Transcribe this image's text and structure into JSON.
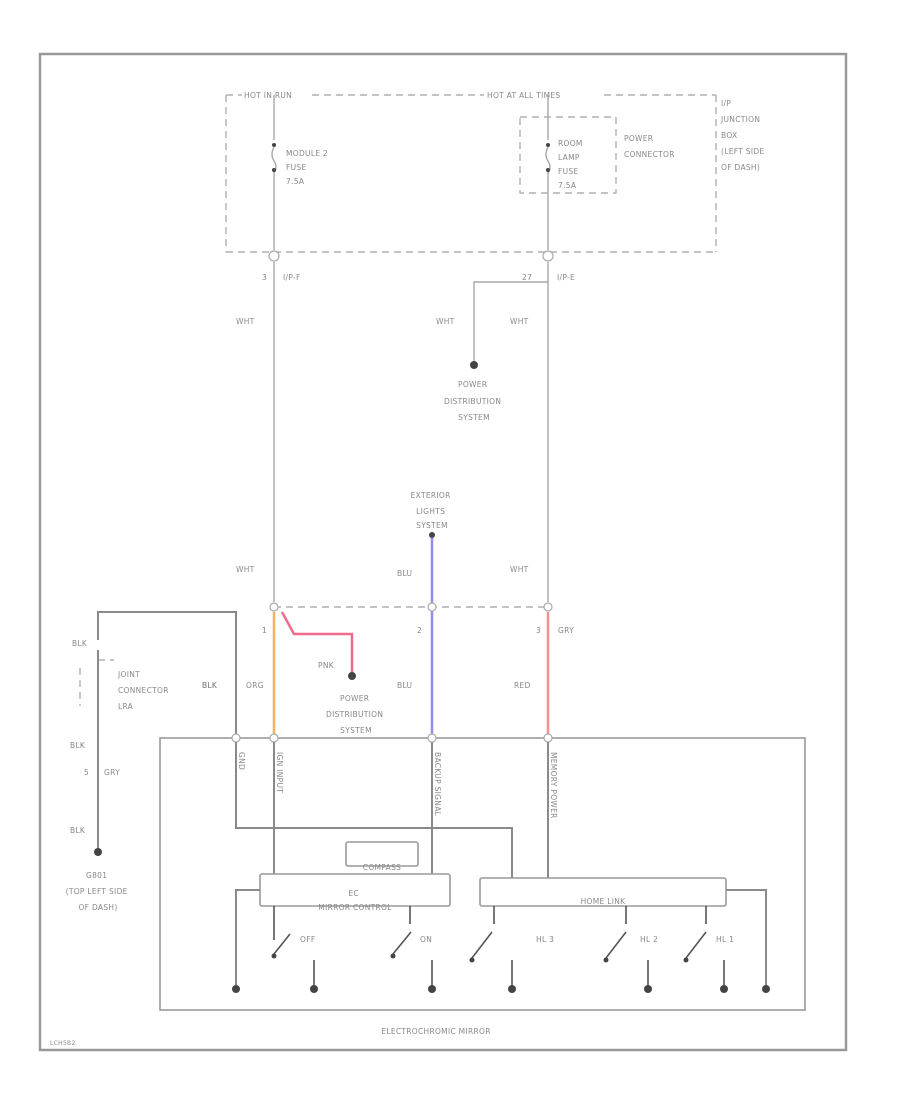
{
  "title": "ELECTROCHROMIC MIRROR",
  "footer_code": "LCH5B2",
  "colors": {
    "orange": "#f5b35e",
    "pink": "#ef6b8a",
    "blue": "#8f8ff2",
    "red": "#f59090",
    "wire_gray": "#a8a8a8"
  },
  "fuse_box": {
    "left_header": "HOT IN RUN",
    "right_header": "HOT AT ALL TIMES",
    "name_lines": [
      "I/P",
      "JUNCTION",
      "BOX",
      "(LEFT SIDE",
      "OF DASH)"
    ],
    "fuse_left": [
      "MODULE 2",
      "FUSE",
      "7.5A"
    ],
    "fuse_right": [
      "ROOM",
      "LAMP",
      "FUSE",
      "7.5A"
    ],
    "power_connector": [
      "POWER",
      "CONNECTOR"
    ]
  },
  "connectors": {
    "left_pin": "3",
    "left_conn": "I/P-F",
    "right_pin": "27",
    "right_conn": "I/P-E"
  },
  "wires": {
    "wht_left_top": "WHT",
    "wht_branch": "WHT",
    "wht_right_top": "WHT",
    "wht_left_mid": "WHT",
    "blu_mid": "BLU",
    "wht_right_mid": "WHT",
    "org": "ORG",
    "pnk": "PNK",
    "blu_low": "BLU",
    "red": "RED",
    "blk_outer": "BLK",
    "grn_bot": "GRY",
    "gry_pin": "GRY"
  },
  "destinations": {
    "power_dist_top": [
      "POWER",
      "DISTRIBUTION",
      "SYSTEM"
    ],
    "exterior_lights": [
      "EXTERIOR",
      "LIGHTS",
      "SYSTEM"
    ],
    "power_dist_mid": [
      "POWER",
      "DISTRIBUTION",
      "SYSTEM"
    ]
  },
  "mirror_pins": {
    "pin1": "1",
    "pin2": "2",
    "pin3": "3"
  },
  "ground_side": {
    "blk1": "BLK",
    "blk_jc": "BLK",
    "blk2": "BLK",
    "pin5": "5",
    "blk3": "BLK",
    "joint_connector": [
      "JOINT",
      "CONNECTOR",
      "LRA"
    ],
    "ground_name": [
      "G801",
      "(TOP LEFT SIDE",
      "OF DASH)"
    ]
  },
  "mirror_internal": {
    "pin_labels": [
      "GND",
      "IGN INPUT",
      "BACKUP SIGNAL",
      "MEMORY POWER"
    ],
    "compass": "COMPASS",
    "ec_control": [
      "EC",
      "MIRROR CONTROL"
    ],
    "homelink": "HOME LINK",
    "switches": [
      "OFF",
      "ON",
      "HL 3",
      "HL 2",
      "HL 1"
    ]
  }
}
